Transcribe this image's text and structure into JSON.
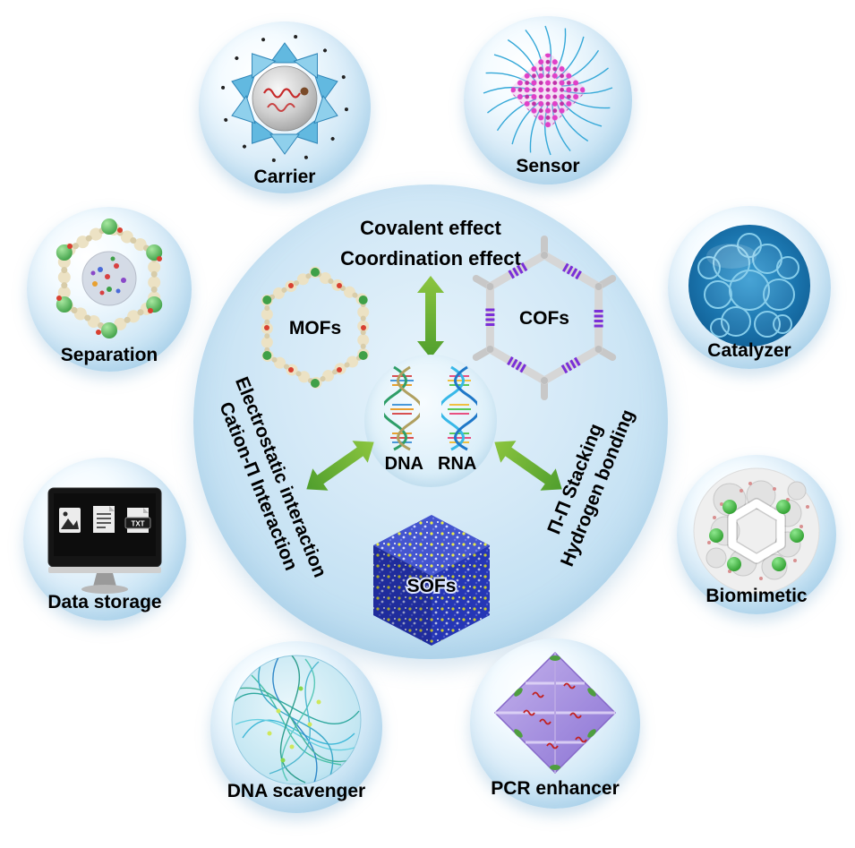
{
  "figure": {
    "center": {
      "top_effects": [
        "Covalent effect",
        "Coordination effect"
      ],
      "left_effects": [
        "Electrostatic interaction",
        "Cation-Π Interaction"
      ],
      "right_effects": [
        "Π-Π Stacking",
        "Hydrogen bonding"
      ],
      "mofs_label": "MOFs",
      "cofs_label": "COFs",
      "sofs_label": "SOFs",
      "dna_label": "DNA",
      "rna_label": "RNA"
    },
    "satellites": [
      {
        "label": "Carrier"
      },
      {
        "label": "Sensor"
      },
      {
        "label": "Separation"
      },
      {
        "label": "Catalyzer"
      },
      {
        "label": "Data storage",
        "file_badge": "TXT"
      },
      {
        "label": "Biomimetic"
      },
      {
        "label": "DNA scavenger"
      },
      {
        "label": "PCR enhancer"
      }
    ],
    "colors": {
      "arrow_green": "#6fae3c",
      "bubble_blue": "#bfdff2",
      "text": "#000000"
    }
  }
}
